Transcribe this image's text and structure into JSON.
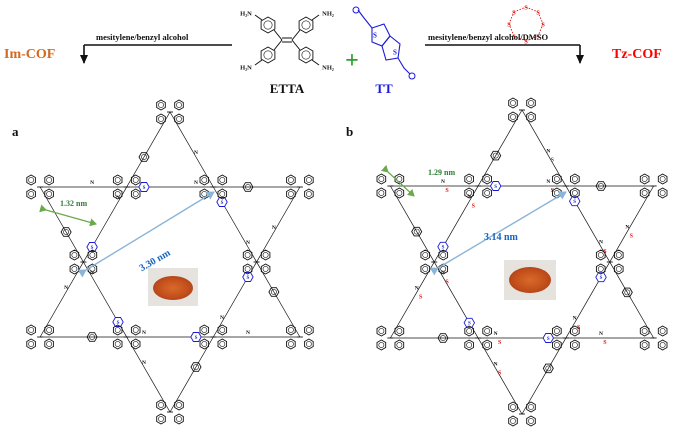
{
  "header": {
    "left_product": "Im-COF",
    "left_conditions": "mesitylene/benzyl alcohol",
    "right_product": "Tz-COF",
    "right_conditions": "mesitylene/benzyl alcohol/DMSO",
    "monomer_a": "ETTA",
    "monomer_b": "TT",
    "plus": "+",
    "amine_label": "H₂N",
    "amine_label_r": "NH₂",
    "sulfur_ring_label": "S",
    "thiophene_s": "S"
  },
  "panels": {
    "a": {
      "label": "a",
      "small_pore": "1.32 nm",
      "large_pore": "3.30 nm"
    },
    "b": {
      "label": "b",
      "small_pore": "1.29 nm",
      "large_pore": "3.14 nm"
    }
  },
  "atoms": {
    "n": "N",
    "s": "S"
  },
  "colors": {
    "im_cof": "#d2691e",
    "tz_cof": "#ff0000",
    "framework": "#111111",
    "thiophene": "#1a1ad8",
    "sulfur": "#e01010",
    "small_pore_arrow": "#6aaa4a",
    "large_pore_arrow": "#8ab4d8",
    "small_pore_text": "#2e7d32",
    "large_pore_text": "#1565c0",
    "powder": "#c8551e"
  }
}
